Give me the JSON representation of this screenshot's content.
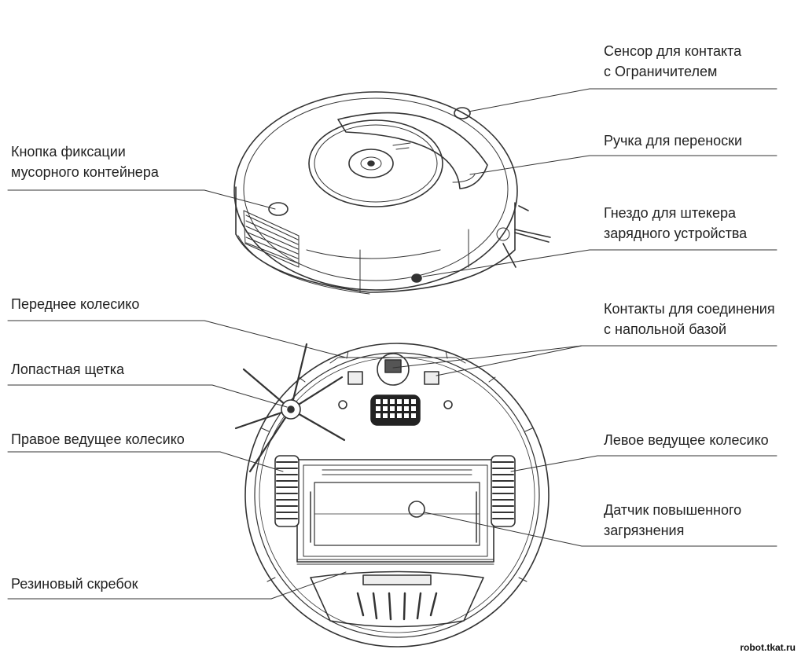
{
  "labels_left": [
    {
      "id": "bin-release",
      "lines": [
        "Кнопка фиксации",
        "мусорного контейнера"
      ]
    },
    {
      "id": "front-caster",
      "lines": [
        "Переднее колесико"
      ]
    },
    {
      "id": "side-brush",
      "lines": [
        "Лопастная щетка"
      ]
    },
    {
      "id": "right-drive-wheel",
      "lines": [
        "Правое ведущее колесико"
      ]
    },
    {
      "id": "rubber-squeegee",
      "lines": [
        "Резиновый скребок"
      ]
    }
  ],
  "labels_right": [
    {
      "id": "virtual-wall-sensor",
      "lines": [
        "Сенсор для контакта",
        "с Ограничителем"
      ]
    },
    {
      "id": "carry-handle",
      "lines": [
        "Ручка для переноски"
      ]
    },
    {
      "id": "charger-jack",
      "lines": [
        "Гнездо для штекера",
        "зарядного устройства"
      ]
    },
    {
      "id": "dock-contacts",
      "lines": [
        "Контакты для соединения",
        "с напольной базой"
      ]
    },
    {
      "id": "left-drive-wheel",
      "lines": [
        "Левое ведущее колесико"
      ]
    },
    {
      "id": "dirt-sensor",
      "lines": [
        "Датчик повышенного",
        "загрязнения"
      ]
    }
  ],
  "watermark": "robot.tkat.ru",
  "line_color": "#333333"
}
